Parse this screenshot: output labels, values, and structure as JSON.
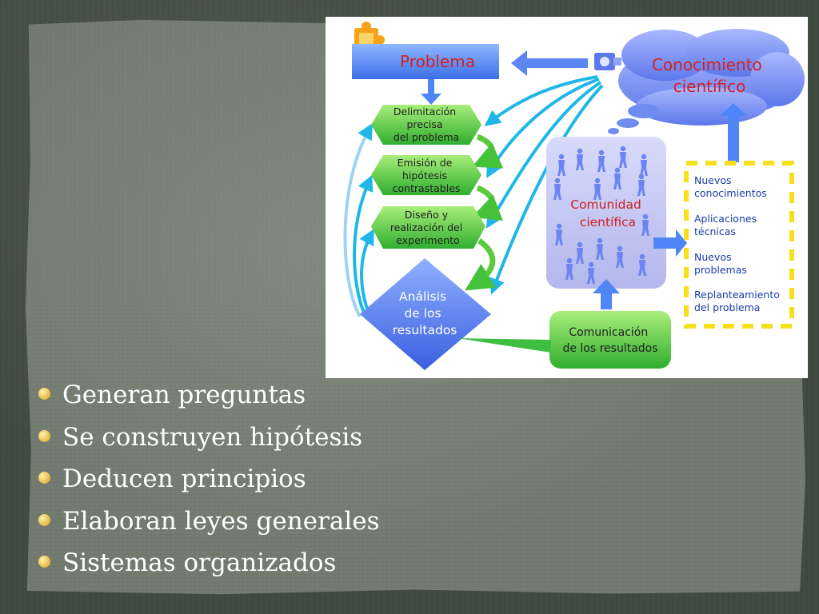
{
  "diagram": {
    "problema": "Problema",
    "conocimiento": [
      "Conocimiento",
      "científico"
    ],
    "delimitacion": [
      "Delimitación",
      "precisa",
      "del problema"
    ],
    "emision": [
      "Emisión de",
      "hipótesis",
      "contrastables"
    ],
    "diseno": [
      "Diseño y",
      "realización del",
      "experimento"
    ],
    "analisis": [
      "Análisis",
      "de los",
      "resultados"
    ],
    "comunidad": [
      "Comunidad",
      "científica"
    ],
    "comunicacion": [
      "Comunicación",
      "de los resultados"
    ],
    "resultados_list": [
      [
        "Nuevos",
        "conocimientos"
      ],
      [
        "Aplicaciones",
        "técnicas"
      ],
      [
        "Nuevos",
        "problemas"
      ],
      [
        "Replanteamiento",
        "del problema"
      ]
    ],
    "colors": {
      "blue_box": "#4f86f7",
      "green_box": "#3fbf3f",
      "cyan_arrow": "#1fb7e8",
      "cloud": "#6f8df0",
      "purple_box": "#c2c6f0",
      "yellow_dash": "#f5e01a",
      "red_text": "#d42020",
      "orange_puzzle": "#f6a21a"
    }
  },
  "bullets": [
    "Generan preguntas",
    "Se construyen hipótesis",
    "Deducen principios",
    "Elaboran leyes generales",
    "Sistemas organizados"
  ]
}
